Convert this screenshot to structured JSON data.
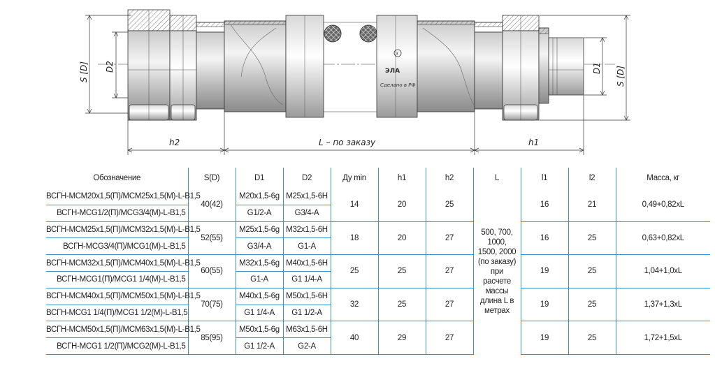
{
  "drawing": {
    "dim_S_left": "S [D]",
    "dim_D2": "D2",
    "dim_D1": "D1",
    "dim_S_right": "S [D]",
    "dim_h2": "h2",
    "dim_L": "L – по заказу",
    "dim_h1": "h1",
    "brand_name": "ЭЛА",
    "made_in": "Сделано в РФ"
  },
  "table": {
    "headers": [
      "Обозначение",
      "S(D)",
      "D1",
      "D2",
      "Ду min",
      "h1",
      "h2",
      "L",
      "l1",
      "l2",
      "Масса, кг"
    ],
    "groups": [
      {
        "rows": [
          {
            "designation": "ВСГН-МСМ20х1,5(П)/МСМ25х1,5(М)-L-В1,5",
            "d1": "М20х1,5-6g",
            "d2": "М25х1,5-6Н"
          },
          {
            "designation": "ВСГН-МСG1/2(П)/МСG3/4(М)-L-В1,5",
            "d1": "G1/2-A",
            "d2": "G3/4-A"
          }
        ],
        "s": "40(42)",
        "du": "14",
        "h1": "20",
        "h2": "25",
        "l1": "16",
        "l2": "21",
        "mass": "0,49+0,82хL"
      },
      {
        "rows": [
          {
            "designation": "ВСГН-МСМ25х1,5(П)/МСМ32х1,5(М)-L-В1,5",
            "d1": "М25х1,5-6g",
            "d2": "М32х1,5-6Н"
          },
          {
            "designation": "ВСГН-МСG3/4(П)/МСG1(М)-L-В1,5",
            "d1": "G3/4-A",
            "d2": "G1-A"
          }
        ],
        "s": "52(55)",
        "du": "18",
        "h1": "20",
        "h2": "27",
        "l1": "16",
        "l2": "25",
        "mass": "0,63+0,82хL"
      },
      {
        "rows": [
          {
            "designation": "ВСГН-МСМ32х1,5(П)/МСМ40х1,5(М)-L-В1,5",
            "d1": "М32х1,5-6g",
            "d2": "М40х1,5-6Н"
          },
          {
            "designation": "ВСГН-МСG1(П)/МСG1 1/4(М)-L-В1,5",
            "d1": "G1-A",
            "d2": "G1 1/4-A"
          }
        ],
        "s": "60(55)",
        "du": "25",
        "h1": "25",
        "h2": "27",
        "l1": "19",
        "l2": "25",
        "mass": "1,04+1,0хL"
      },
      {
        "rows": [
          {
            "designation": "ВСГН-МСМ40х1,5(П)/МСМ50х1,5(М)-L-В1,5",
            "d1": "М40х1,5-6g",
            "d2": "М50х1,5-6Н"
          },
          {
            "designation": "ВСГН-МСG1 1/4(П)/МСG1 1/2(М)-L-В1,5",
            "d1": "G1 1/4-A",
            "d2": "G1 1/2-A"
          }
        ],
        "s": "70(75)",
        "du": "32",
        "h1": "25",
        "h2": "27",
        "l1": "19",
        "l2": "25",
        "mass": "1,37+1,3хL"
      },
      {
        "rows": [
          {
            "designation": "ВСГН-МСМ50х1,5(П)/МСМ63х1,5(М)-L-В1,5",
            "d1": "М50х1,5-6g",
            "d2": "М63х1,5-6Н"
          },
          {
            "designation": "ВСГН-МСG1 1/2(П)/МСG2(М)-L-В1,5",
            "d1": "G1 1/2-A",
            "d2": "G2-A"
          }
        ],
        "s": "85(95)",
        "du": "40",
        "h1": "29",
        "h2": "27",
        "l1": "19",
        "l2": "25",
        "mass": "1,72+1,5хL"
      }
    ],
    "l_value": "500, 700, 1000, 1500, 2000 (по заказу) при расчете массы длина L в метрах"
  }
}
